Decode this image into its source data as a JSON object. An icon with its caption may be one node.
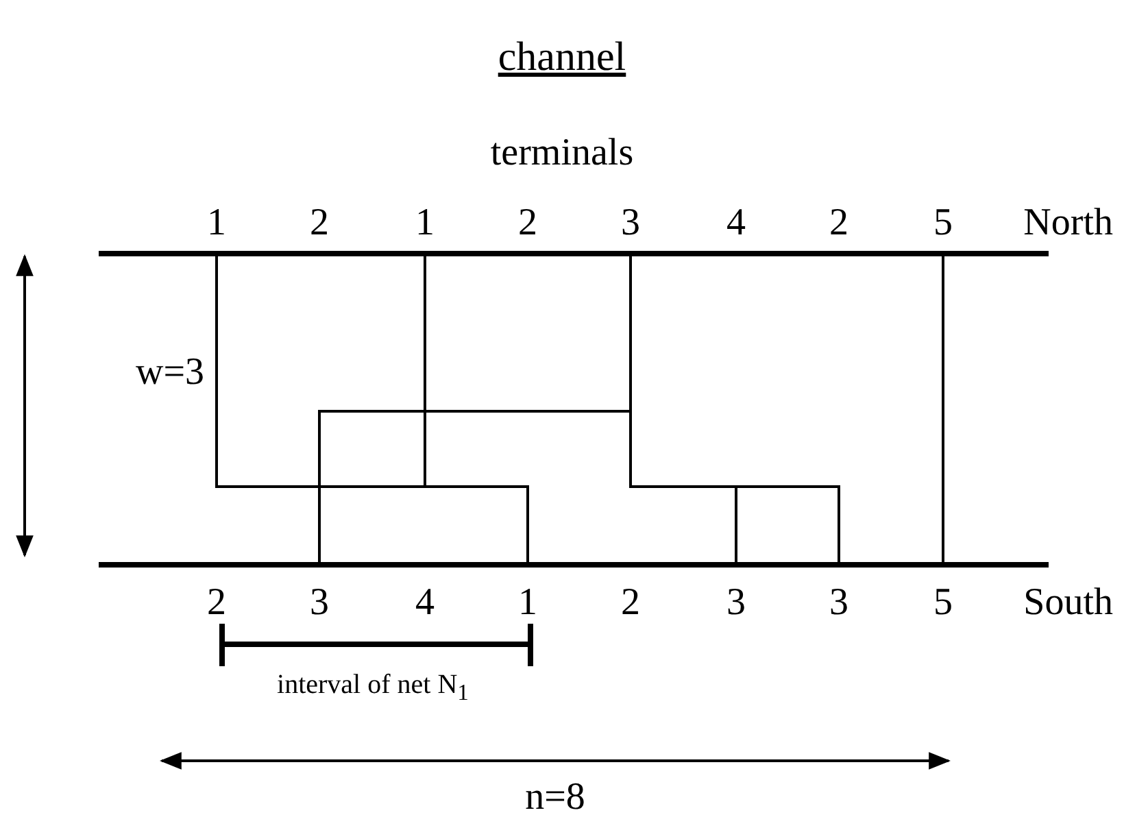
{
  "diagram": {
    "title": "channel",
    "labels": [
      "terminals",
      "1",
      "2",
      "1",
      "2",
      "3",
      "4",
      "2",
      "5",
      "North",
      "w=3",
      "2",
      "3",
      "4",
      "1",
      "2",
      "3",
      "3",
      "5",
      "South",
      "interval of net N$_{1}$",
      "n=8"
    ]
  }
}
